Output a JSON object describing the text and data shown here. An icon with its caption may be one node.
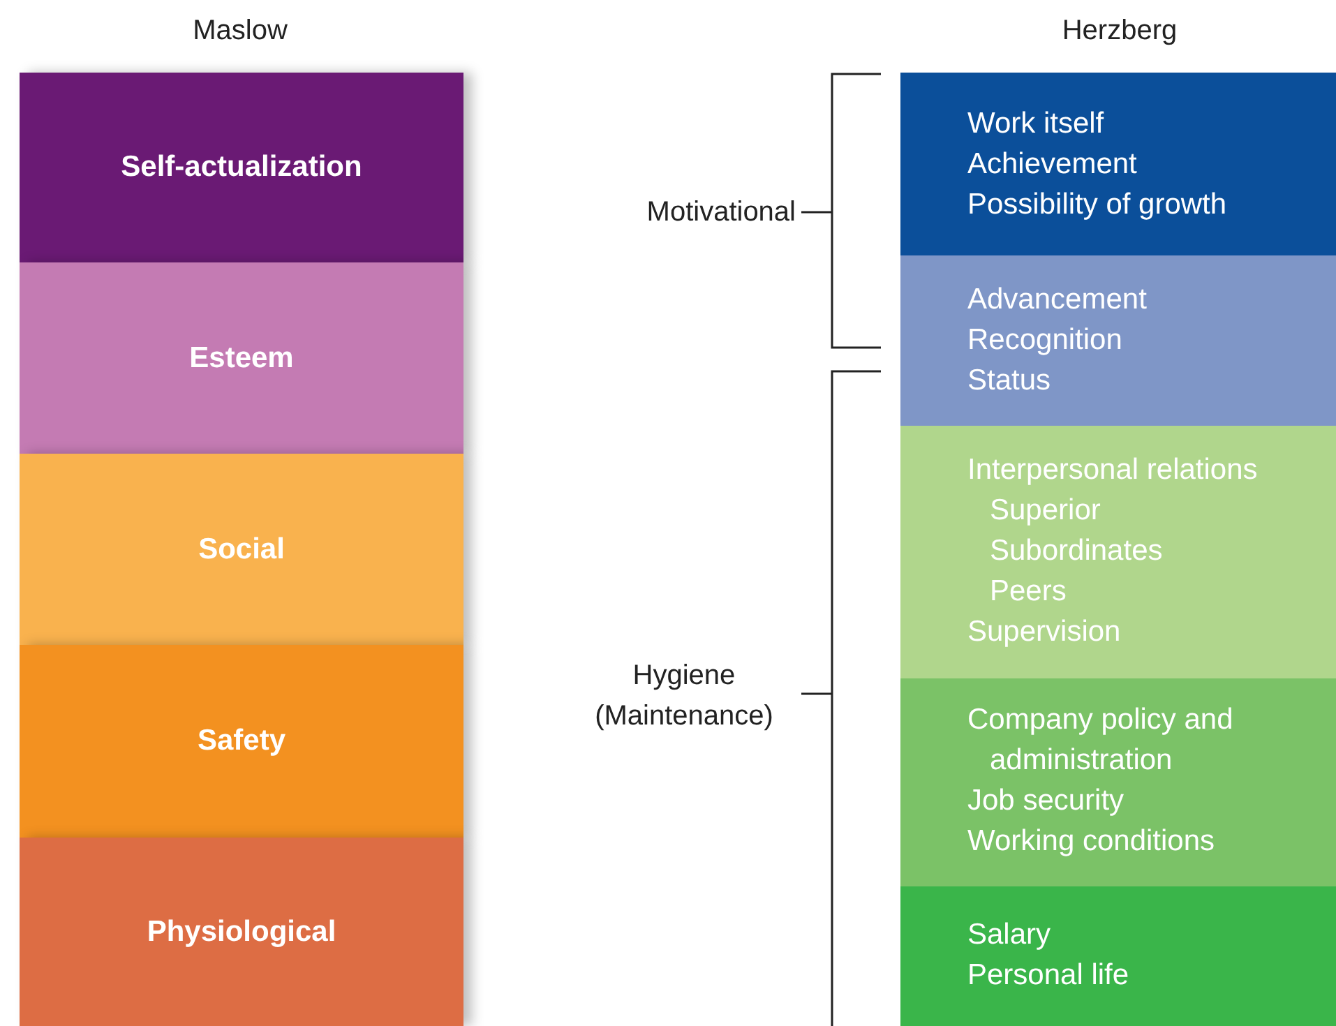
{
  "diagram": {
    "nodes": [
      {
        "text": [
          "Self-actualization"
        ]
      },
      {
        "text": [
          "Esteem"
        ]
      },
      {
        "text": [
          "Social"
        ]
      },
      {
        "text": [
          "Safety"
        ]
      },
      {
        "text": [
          "Physiological"
        ]
      },
      {
        "text": [
          "Work itself",
          "Achievement",
          "Possibility of growth"
        ]
      },
      {
        "text": [
          "Advancement",
          "Recognition",
          "Status"
        ]
      },
      {
        "text": [
          "Interpersonal relations",
          "Superior",
          "Subordinates",
          "Peers",
          "Supervision"
        ]
      },
      {
        "text": [
          "Company policy and administration",
          "Job security",
          "Working conditions"
        ]
      },
      {
        "text": [
          "Salary",
          "Personal life"
        ]
      }
    ],
    "labels": [
      "Maslow",
      "Herzberg",
      "Motivational",
      "Hygiene (Maintenance)"
    ]
  }
}
